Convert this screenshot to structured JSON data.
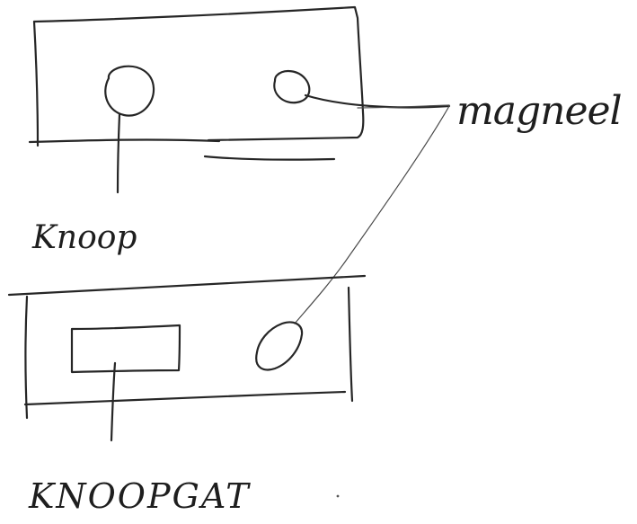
{
  "labels": {
    "knoop": "Knoop",
    "magneet": "magneel",
    "knoopgat": "KNOOPGAT"
  }
}
